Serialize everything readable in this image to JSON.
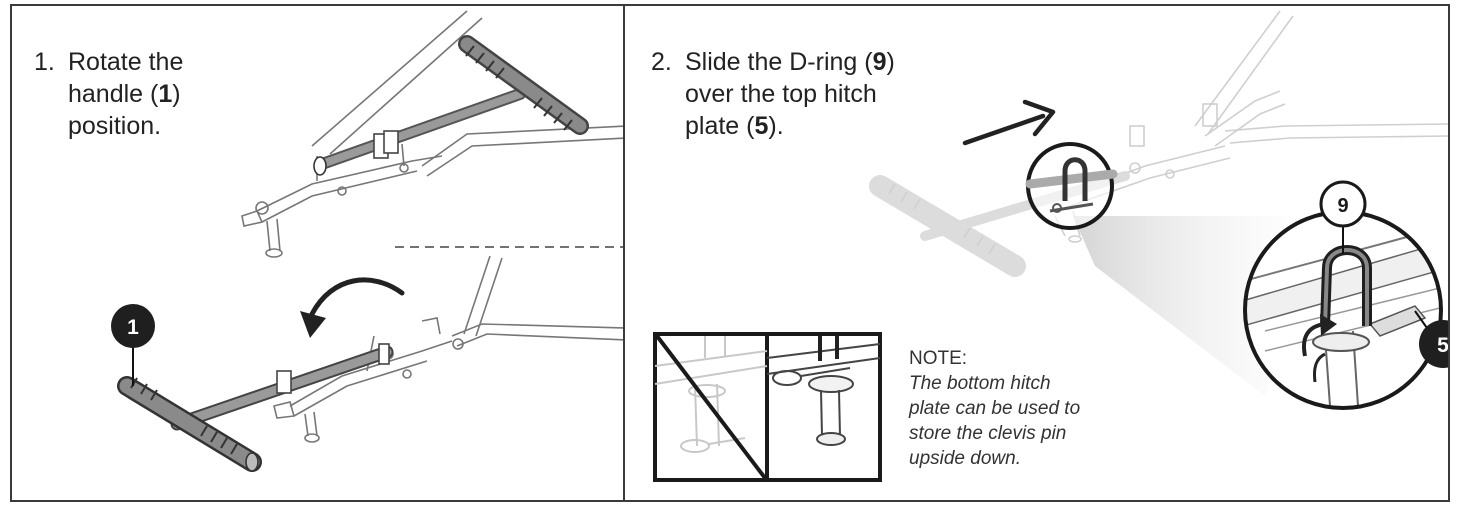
{
  "step1": {
    "number": "1.",
    "line1": "Rotate the",
    "line2_pre": "handle (",
    "line2_ref": "1",
    "line2_post": ")",
    "line3": "position."
  },
  "step2": {
    "number": "2.",
    "line1_pre": "Slide the D-ring (",
    "line1_ref": "9",
    "line1_post": ")",
    "line2": "over the top hitch",
    "line3_pre": "plate (",
    "line3_ref": "5",
    "line3_post": ")."
  },
  "callouts": {
    "handle": "1",
    "d_ring": "9",
    "hitch_plate": "5"
  },
  "note": {
    "heading": "NOTE:",
    "line1": "The bottom hitch",
    "line2": "plate can be used to",
    "line3": "store the clevis pin",
    "line4": "upside down."
  },
  "colors": {
    "border": "#3a3a3a",
    "callout_dark": "#1f1f1f",
    "callout_light": "#ffffff",
    "line_art": "#6b6b6b",
    "faded_art": "#d2d2d2"
  },
  "icons": [
    "rotate-arrow-icon",
    "direction-arrow-icon",
    "crossed-out-icon"
  ]
}
